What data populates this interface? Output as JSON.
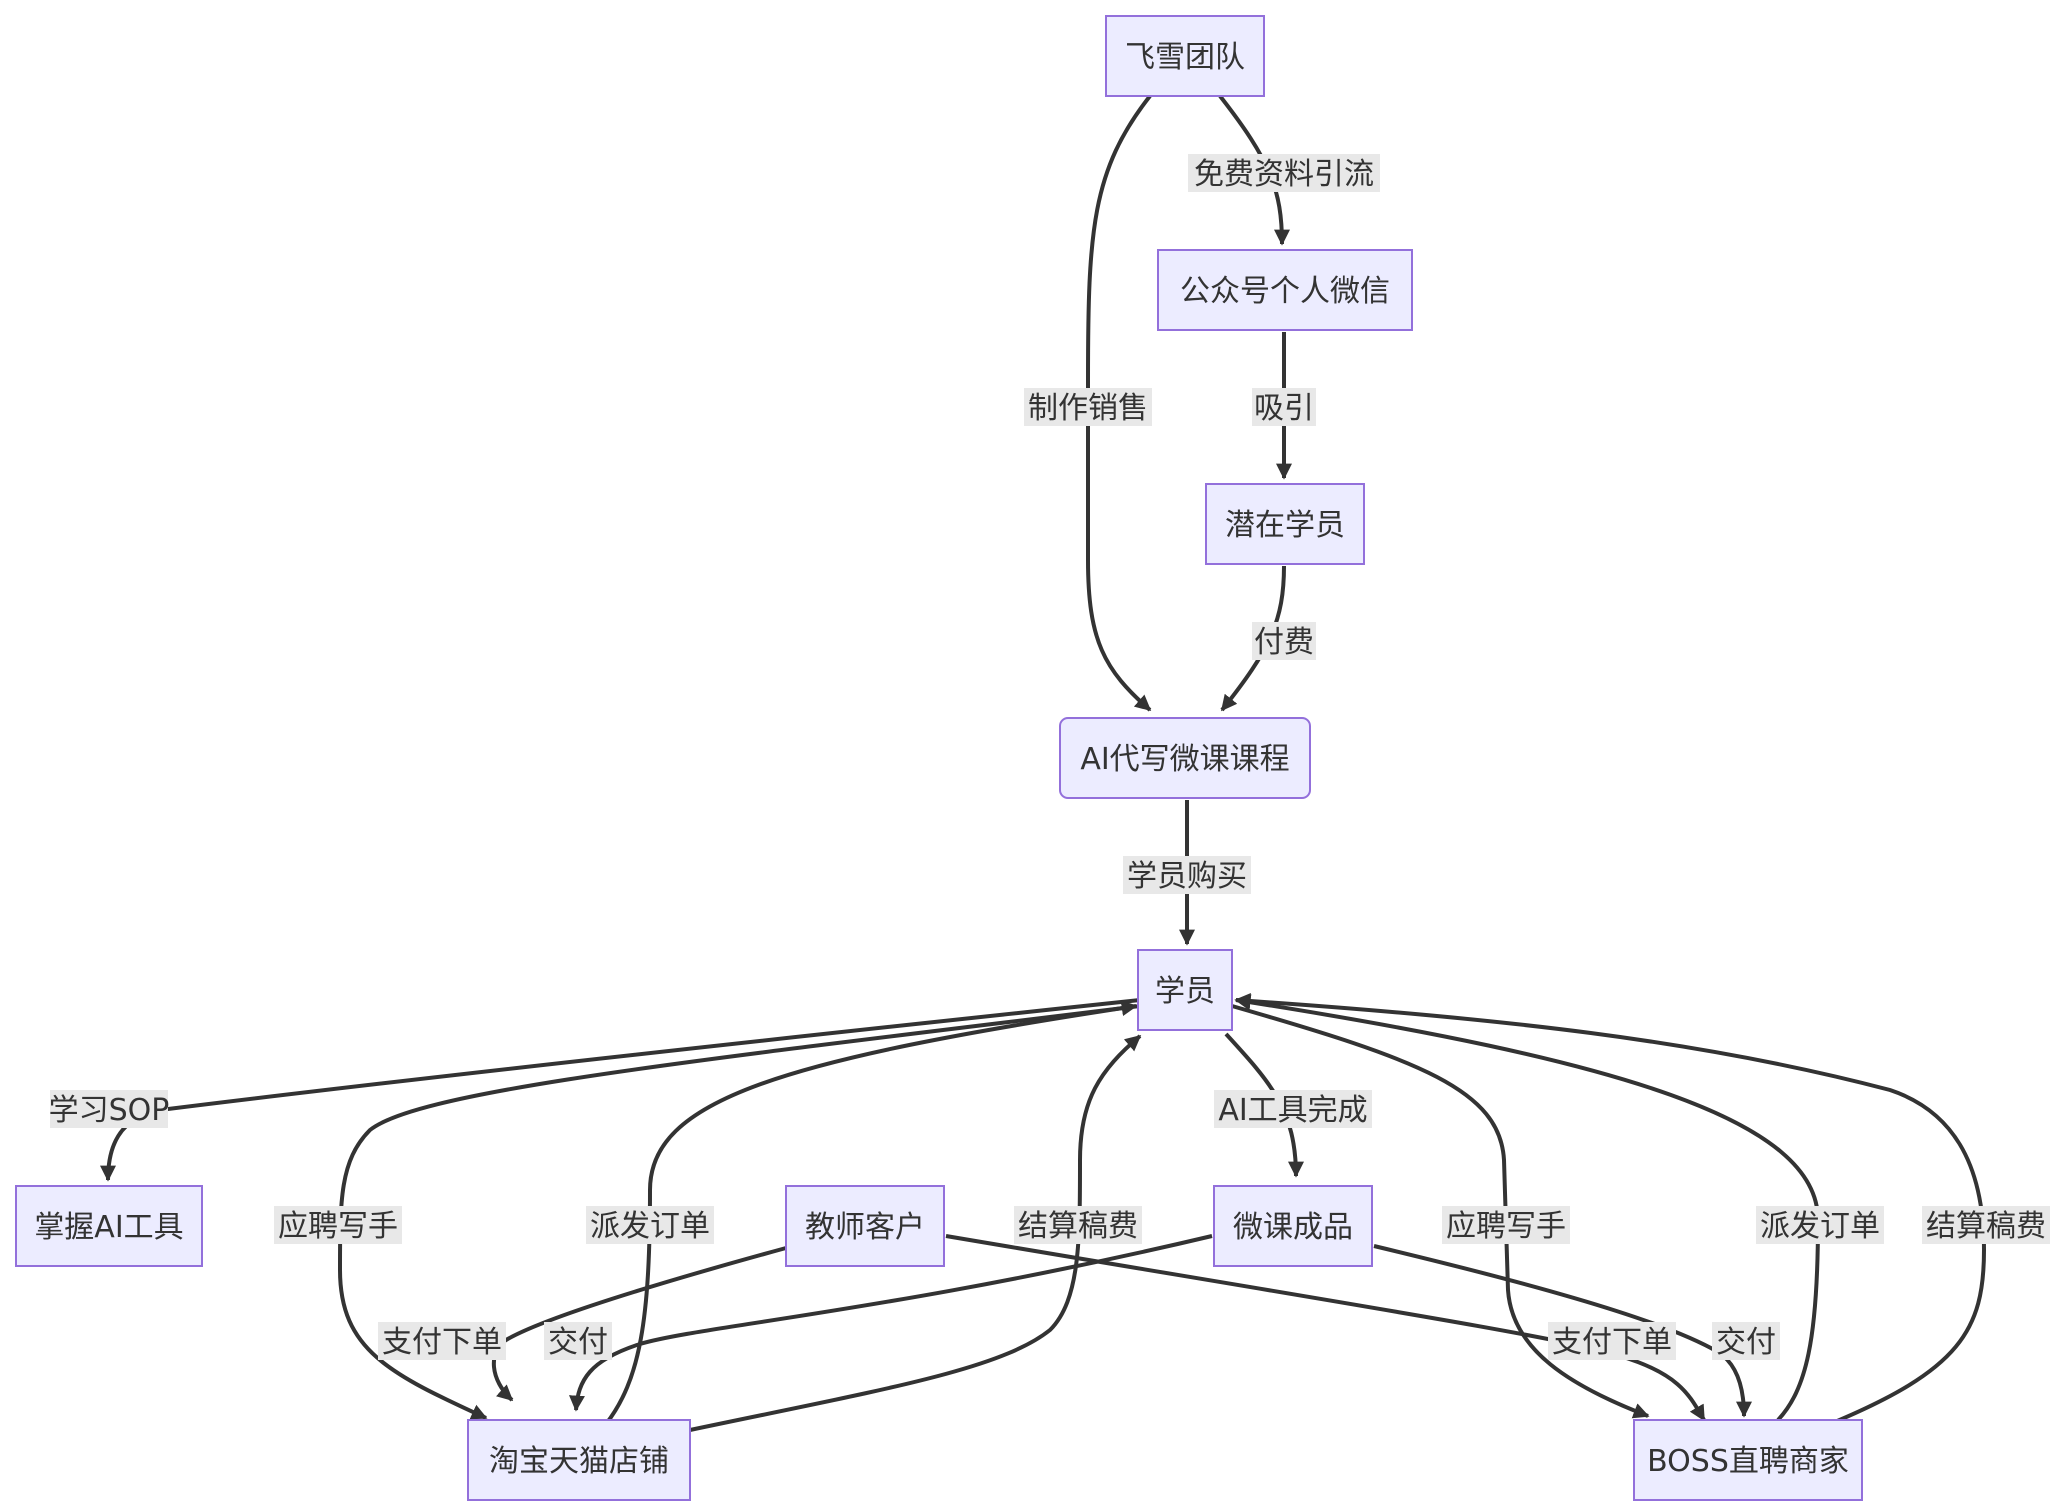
{
  "colors": {
    "node_fill": "#ECECFF",
    "node_stroke": "#9370DB",
    "edge": "#333333",
    "label_bg": "#e8e8e8",
    "text": "#333333"
  },
  "nodes": {
    "feixue": "飞雪团队",
    "gzh": "公众号个人微信",
    "qianzai": "潜在学员",
    "course": "AI代写微课课程",
    "xueyuan": "学员",
    "master": "掌握AI工具",
    "teacher": "教师客户",
    "product": "微课成品",
    "taobao": "淘宝天猫店铺",
    "boss": "BOSS直聘商家"
  },
  "edges": {
    "e1": "免费资料引流",
    "e2": "吸引",
    "e3": "付费",
    "e4": "制作销售",
    "e5": "学员购买",
    "e6": "学习SOP",
    "e7": "AI工具完成",
    "e8": "应聘写手",
    "e9": "派发订单",
    "e10": "结算稿费",
    "e11": "应聘写手",
    "e12": "派发订单",
    "e13": "结算稿费",
    "e14": "支付下单",
    "e15": "交付",
    "e16": "支付下单",
    "e17": "交付"
  }
}
